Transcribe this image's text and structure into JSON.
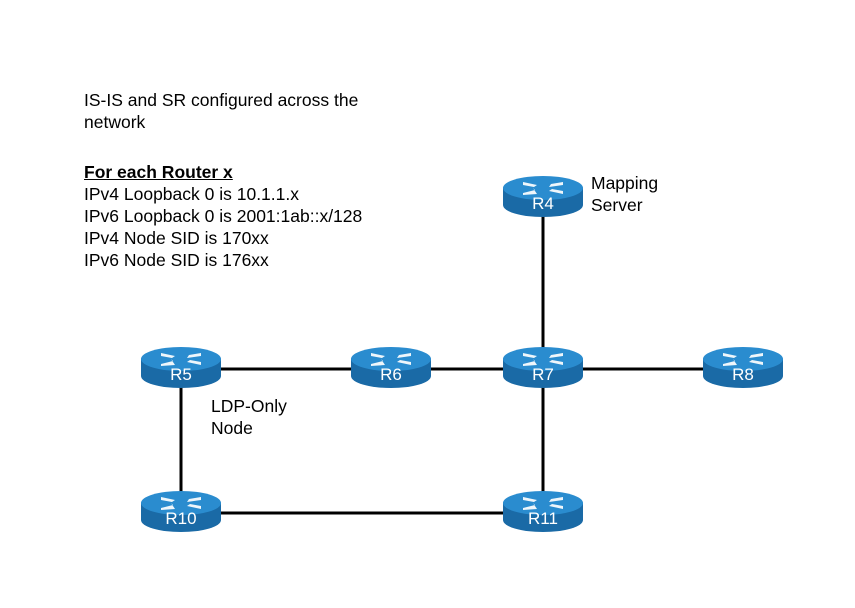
{
  "title": "IS-IS and SR configured across the network",
  "info": {
    "header": "For each Router x",
    "lines": [
      "IPv4 Loopback 0 is 10.1.1.x",
      "IPv6 Loopback 0 is 2001:1ab::x/128",
      "IPv4 Node SID is 170xx",
      "IPv6 Node SID is 176xx"
    ]
  },
  "colors": {
    "router_top": "#2a8ccf",
    "router_side": "#1a6aa6",
    "link": "#000000"
  },
  "routers": [
    {
      "id": "R4",
      "label": "R4"
    },
    {
      "id": "R5",
      "label": "R5"
    },
    {
      "id": "R6",
      "label": "R6"
    },
    {
      "id": "R7",
      "label": "R7"
    },
    {
      "id": "R8",
      "label": "R8"
    },
    {
      "id": "R10",
      "label": "R10"
    },
    {
      "id": "R11",
      "label": "R11"
    }
  ],
  "links": [
    [
      "R4",
      "R7"
    ],
    [
      "R5",
      "R6"
    ],
    [
      "R6",
      "R7"
    ],
    [
      "R7",
      "R8"
    ],
    [
      "R7",
      "R11"
    ],
    [
      "R5",
      "R10"
    ],
    [
      "R10",
      "R11"
    ]
  ],
  "annotations": {
    "mapping_server_line1": "Mapping",
    "mapping_server_line2": "Server",
    "ldp_only_line1": "LDP-Only",
    "ldp_only_line2": "Node"
  }
}
